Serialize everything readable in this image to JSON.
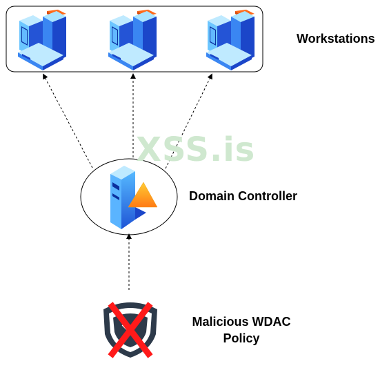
{
  "labels": {
    "workstations": "Workstations",
    "domain_controller": "Domain Controller",
    "policy_line1": "Malicious WDAC",
    "policy_line2": "Policy"
  },
  "watermark": "XSS.is",
  "icons": {
    "workstation": "workstation-icon",
    "server": "server-icon",
    "warning": "warning-triangle-icon",
    "shield": "shield-icon",
    "cross": "red-x-icon"
  },
  "colors": {
    "blue_dark": "#1b46c9",
    "blue_mid": "#2e7cf0",
    "blue_light": "#9fdcff",
    "orange": "#f26b1d",
    "red_x": "#ff1a1a",
    "watermark": "#cfe8cf"
  }
}
